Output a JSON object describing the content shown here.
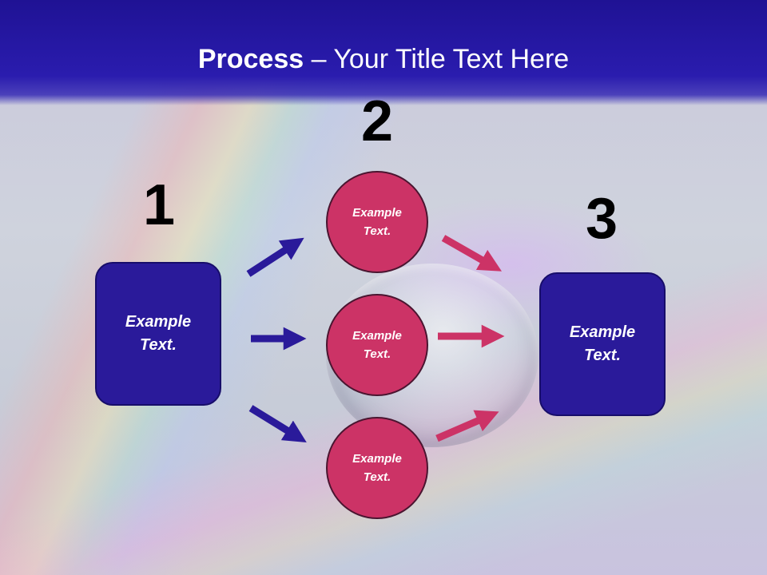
{
  "title": {
    "bold": "Process",
    "rest": " – Your Title Text Here"
  },
  "steps": {
    "one": {
      "number": "1",
      "text": "Example Text."
    },
    "two": {
      "number": "2"
    },
    "three": {
      "number": "3",
      "text": "Example Text."
    }
  },
  "circles": [
    {
      "text": "Example Text."
    },
    {
      "text": "Example Text."
    },
    {
      "text": "Example Text."
    }
  ],
  "colors": {
    "header": "#2a1cae",
    "box": "#2a1a9a",
    "circle": "#cc3366",
    "arrow_blue": "#2a1a9a",
    "arrow_pink": "#cc3366"
  }
}
